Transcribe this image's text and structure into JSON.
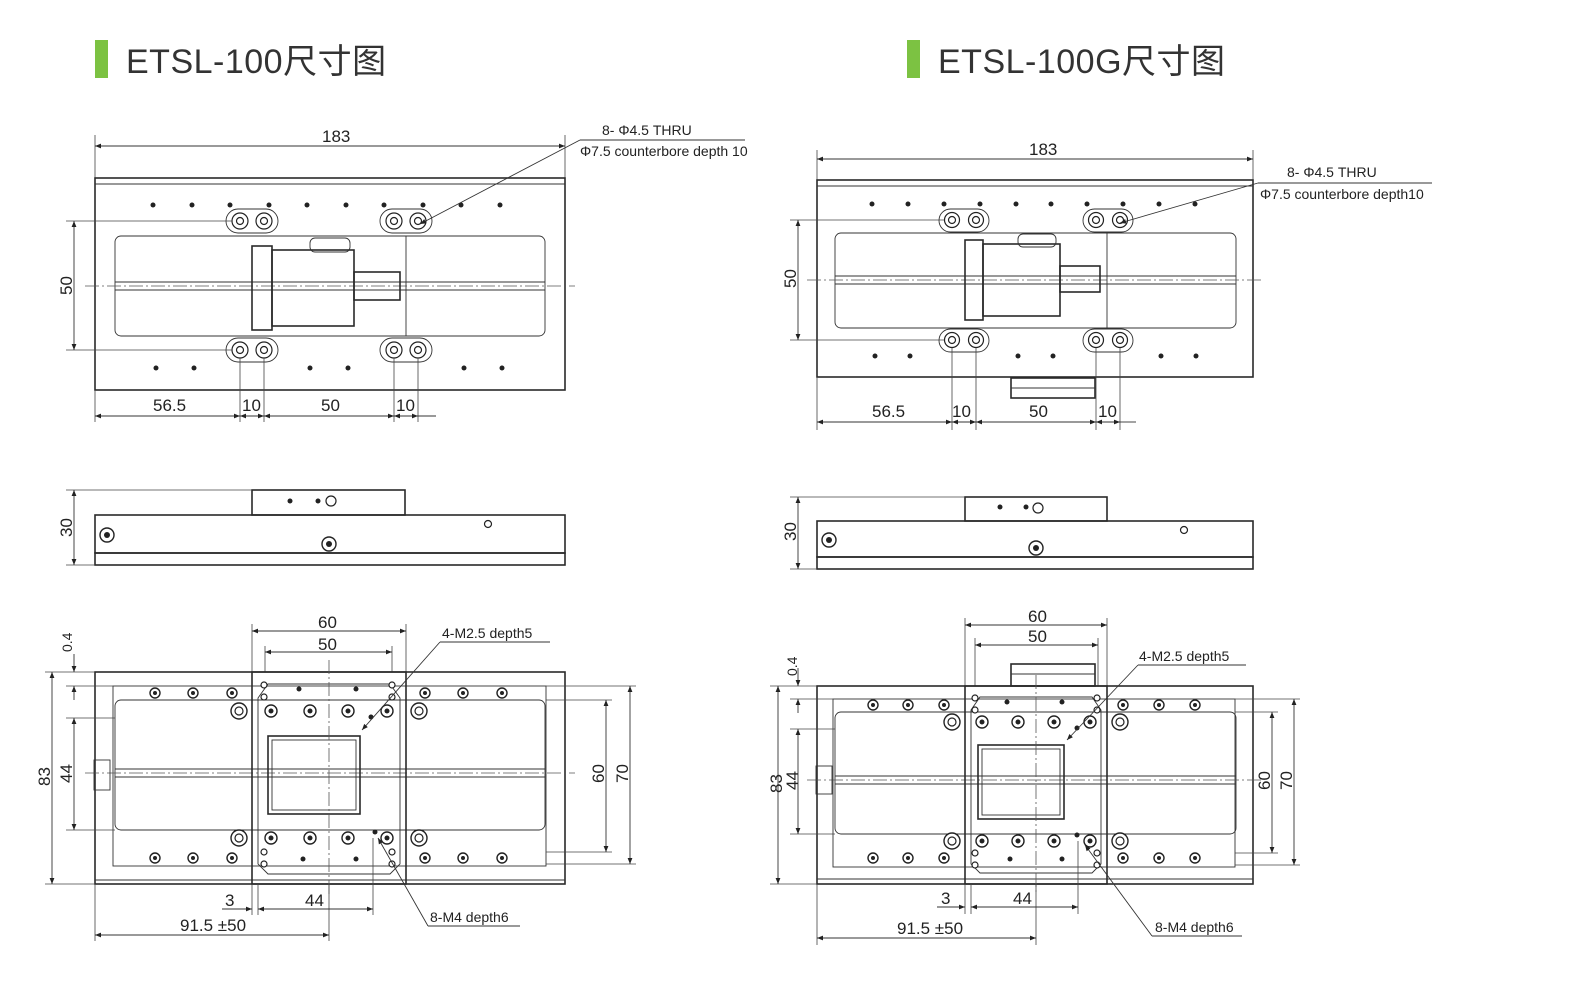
{
  "accent_color": "#7cc242",
  "left": {
    "title": "ETSL-100尺寸图",
    "top_view": {
      "overall_length": "183",
      "height_dim": "50",
      "hole_note_1": "8- Φ4.5 THRU",
      "hole_note_2": "Φ7.5 counterbore depth 10",
      "bottom_dims": [
        "56.5",
        "10",
        "50",
        "10"
      ]
    },
    "side_view": {
      "height_dim": "30"
    },
    "bottom_view": {
      "dim_60": "60",
      "dim_50": "50",
      "dim_04": "0.4",
      "dim_83": "83",
      "dim_44_vertical": "44",
      "dim_60_right": "60",
      "dim_70_right": "70",
      "dim_3": "3",
      "dim_44_horizontal": "44",
      "dim_stroke": "91.5 ±50",
      "note_m25": "4-M2.5 depth5",
      "note_m4": "8-M4 depth6"
    }
  },
  "right": {
    "title": "ETSL-100G尺寸图",
    "top_view": {
      "overall_length": "183",
      "height_dim": "50",
      "hole_note_1": "8- Φ4.5 THRU",
      "hole_note_2": "Φ7.5 counterbore depth10",
      "bottom_dims": [
        "56.5",
        "10",
        "50",
        "10"
      ]
    },
    "side_view": {
      "height_dim": "30"
    },
    "bottom_view": {
      "dim_60": "60",
      "dim_50": "50",
      "dim_04": "0.4",
      "dim_83": "83",
      "dim_44_vertical": "44",
      "dim_60_right": "60",
      "dim_70_right": "70",
      "dim_3": "3",
      "dim_44_horizontal": "44",
      "dim_stroke": "91.5 ±50",
      "note_m25": "4-M2.5 depth5",
      "note_m4": "8-M4 depth6"
    }
  }
}
